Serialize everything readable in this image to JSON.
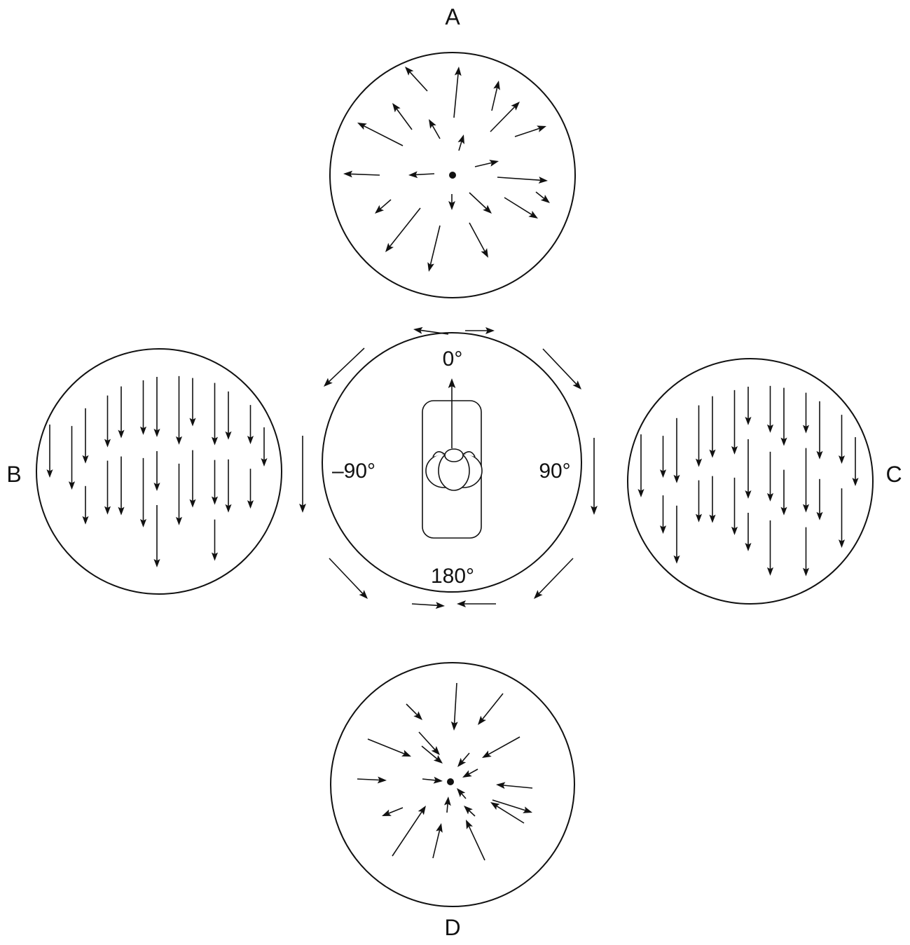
{
  "labels": {
    "panel_a": "A",
    "panel_b": "B",
    "panel_c": "C",
    "panel_d": "D",
    "angle_0": "0°",
    "angle_90": "90°",
    "angle_neg90": "–90°",
    "angle_180": "180°"
  },
  "panels": {
    "a": {
      "pattern": "expansion",
      "center_dot": true
    },
    "b": {
      "pattern": "translation-downward",
      "center_dot": false
    },
    "c": {
      "pattern": "translation-downward",
      "center_dot": false
    },
    "d": {
      "pattern": "contraction",
      "center_dot": true
    }
  },
  "icons": {
    "fly": "fly-icon",
    "heading": "arrow-up-icon"
  },
  "colors": {
    "ink": "#111111",
    "background": "#ffffff"
  }
}
